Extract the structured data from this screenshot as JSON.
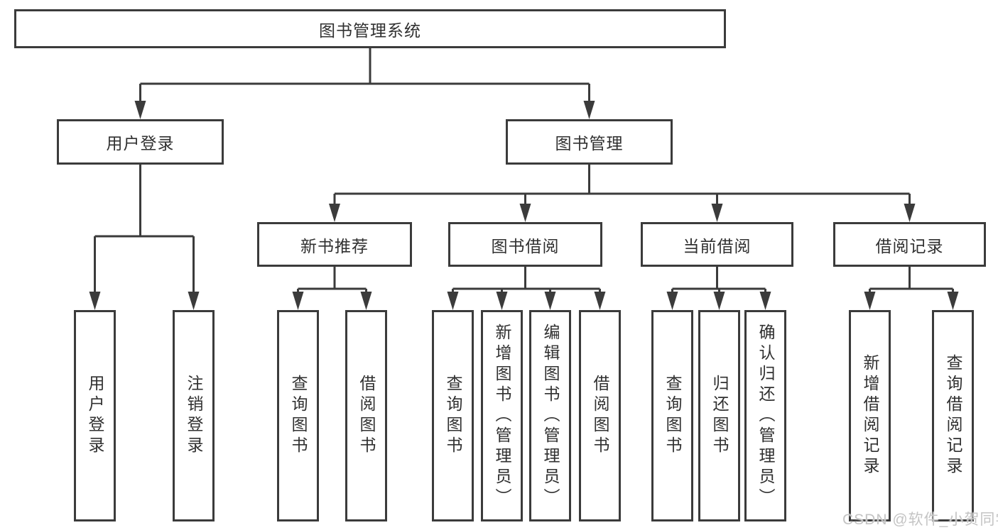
{
  "tree": {
    "label": "图书管理系统",
    "children": [
      {
        "label": "用户登录",
        "children": [
          {
            "label": "用户登录"
          },
          {
            "label": "注销登录"
          }
        ]
      },
      {
        "label": "图书管理",
        "children": [
          {
            "label": "新书推荐",
            "children": [
              {
                "label": "查询图书"
              },
              {
                "label": "借阅图书"
              }
            ]
          },
          {
            "label": "图书借阅",
            "children": [
              {
                "label": "查询图书"
              },
              {
                "label": "新增图书（管理员）"
              },
              {
                "label": "编辑图书（管理员）"
              },
              {
                "label": "借阅图书"
              }
            ]
          },
          {
            "label": "当前借阅",
            "children": [
              {
                "label": "查询图书"
              },
              {
                "label": "归还图书"
              },
              {
                "label": "确认归还（管理员）"
              }
            ]
          },
          {
            "label": "借阅记录",
            "children": [
              {
                "label": "新增借阅记录"
              },
              {
                "label": "查询借阅记录"
              }
            ]
          }
        ]
      }
    ]
  },
  "watermark": {
    "text": "CSDN @软件_小贺同学"
  },
  "colors": {
    "line": "#3b3b3b",
    "text": "#303030",
    "watermark": "#c4c4c4",
    "background": "#ffffff"
  }
}
